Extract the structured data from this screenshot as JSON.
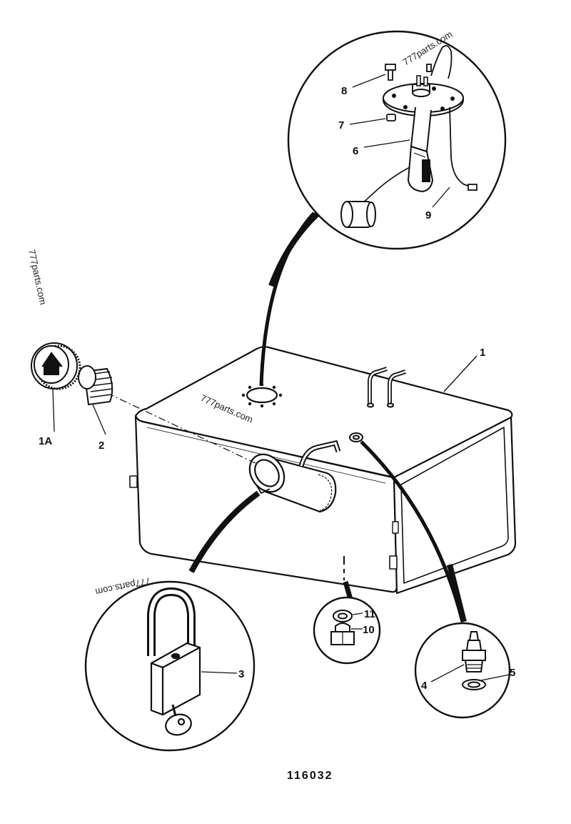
{
  "drawing_number": "116032",
  "watermark": "777parts.com",
  "callouts": {
    "c1": "1",
    "c1a": "1A",
    "c2": "2",
    "c3": "3",
    "c4": "4",
    "c5": "5",
    "c6": "6",
    "c7": "7",
    "c8": "8",
    "c9": "9",
    "c10": "10",
    "c11": "11"
  },
  "colors": {
    "line": "#111111",
    "fill": "#ffffff"
  }
}
